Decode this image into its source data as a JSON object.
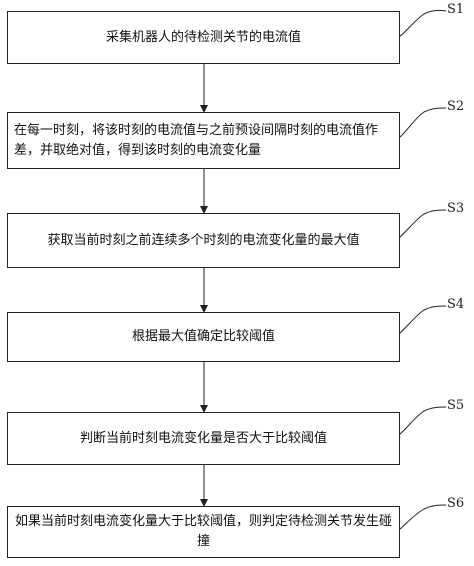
{
  "steps": [
    {
      "label": "S1",
      "text": "采集机器人的待检测关节的电流值"
    },
    {
      "label": "S2",
      "text": "在每一时刻，将该时刻的电流值与之前预设间隔时刻的电流值作差，并取绝对值，得到该时刻的电流变化量"
    },
    {
      "label": "S3",
      "text": "获取当前时刻之前连续多个时刻的电流变化量的最大值"
    },
    {
      "label": "S4",
      "text": "根据最大值确定比较阈值"
    },
    {
      "label": "S5",
      "text": "判断当前时刻电流变化量是否大于比较阈值"
    },
    {
      "label": "S6",
      "text": "如果当前时刻电流变化量大于比较阈值，则判定待检测关节发生碰撞"
    }
  ]
}
